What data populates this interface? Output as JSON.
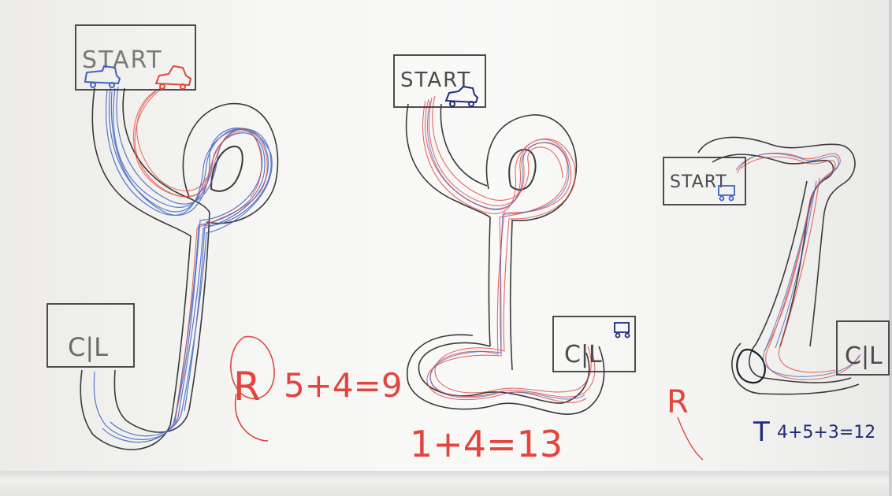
{
  "colors": {
    "marker_black": "#3a3a3a",
    "marker_blue": "#3f63c4",
    "marker_red": "#e2453d",
    "marker_navy": "#1f2a7a"
  },
  "track1": {
    "start_label": "START",
    "finish_label": "C|L"
  },
  "track2": {
    "start_label": "START",
    "finish_label": "C|L"
  },
  "track3": {
    "start_label": "START",
    "finish_label": "C|L"
  },
  "notes": {
    "red_r_1": "R",
    "red_sum_1": "5+4=9",
    "red_sum_2": "1+4=13",
    "red_r_2": "R",
    "navy_t": "T",
    "navy_sum": "4+5+3=12"
  }
}
